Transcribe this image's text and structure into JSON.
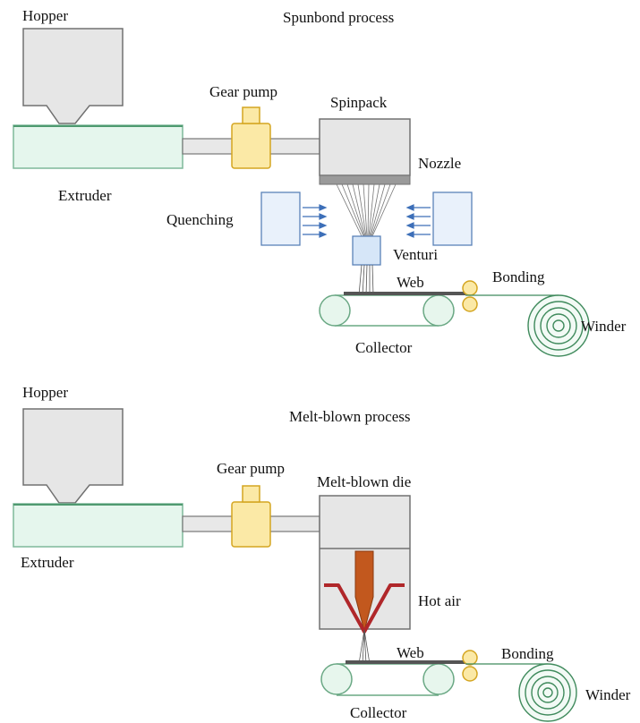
{
  "spunbond": {
    "title": "Spunbond process",
    "hopper": "Hopper",
    "extruder": "Extruder",
    "gear_pump": "Gear pump",
    "spinpack": "Spinpack",
    "nozzle": "Nozzle",
    "quenching": "Quenching",
    "venturi": "Venturi",
    "web": "Web",
    "bonding": "Bonding",
    "collector": "Collector",
    "winder": "Winder"
  },
  "meltblown": {
    "title": "Melt-blown process",
    "hopper": "Hopper",
    "extruder": "Extruder",
    "gear_pump": "Gear pump",
    "die": "Melt-blown die",
    "hot_air": "Hot air",
    "web": "Web",
    "bonding": "Bonding",
    "collector": "Collector",
    "winder": "Winder"
  },
  "colors": {
    "hopper": "#e6e6e6",
    "machine_outline": "#707070",
    "extruder": "#e5f6ed",
    "extruder_outline": "#7fb89a",
    "gear_pump": "#fbe9a6",
    "gear_pump_outline": "#d4a520",
    "quenching_box": "#e9f1fb",
    "quenching_arrows": "#3d6fb8",
    "venturi": "#d6e6f8",
    "hot_air": "#b0272a",
    "polymer": "#c2581e",
    "belt": "#8bc4a2",
    "winder": "#3f8a5c"
  }
}
